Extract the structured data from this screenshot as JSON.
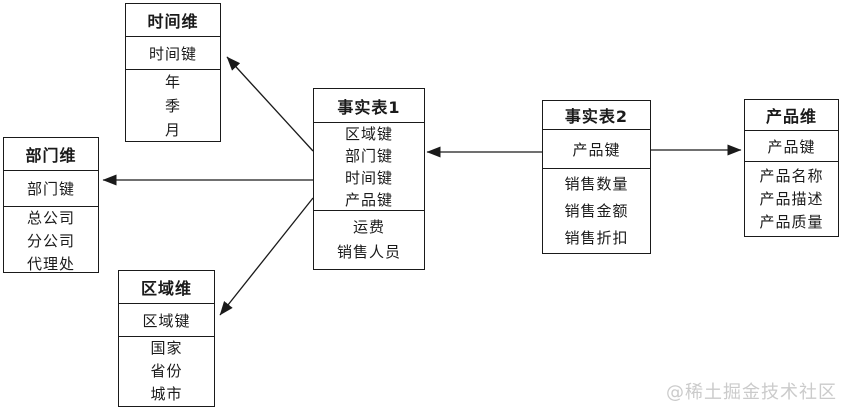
{
  "diagram": {
    "watermark": "@稀土掘金技术社区",
    "colors": {
      "background": "#ffffff",
      "border": "#1a1a1a",
      "text": "#1a1a1a",
      "arrow": "#1a1a1a",
      "watermark": "#cbcbcb"
    },
    "tables": {
      "time_dim": {
        "title": "时间维",
        "keys": [
          "时间键"
        ],
        "attrs": [
          "年",
          "季",
          "月"
        ]
      },
      "dept_dim": {
        "title": "部门维",
        "keys": [
          "部门键"
        ],
        "attrs": [
          "总公司",
          "分公司",
          "代理处"
        ]
      },
      "region_dim": {
        "title": "区域维",
        "keys": [
          "区域键"
        ],
        "attrs": [
          "国家",
          "省份",
          "城市"
        ]
      },
      "fact1": {
        "title": "事实表1",
        "keys": [
          "区域键",
          "部门键",
          "时间键",
          "产品键"
        ],
        "attrs": [
          "运费",
          "销售人员"
        ]
      },
      "fact2": {
        "title": "事实表2",
        "keys": [
          "产品键"
        ],
        "attrs": [
          "销售数量",
          "销售金额",
          "销售折扣"
        ]
      },
      "product_dim": {
        "title": "产品维",
        "keys": [
          "产品键"
        ],
        "attrs": [
          "产品名称",
          "产品描述",
          "产品质量"
        ]
      }
    },
    "relations": [
      {
        "from": "fact1",
        "to": "time_dim"
      },
      {
        "from": "fact1",
        "to": "dept_dim"
      },
      {
        "from": "fact1",
        "to": "region_dim"
      },
      {
        "from": "fact2",
        "to": "fact1"
      },
      {
        "from": "fact2",
        "to": "product_dim"
      }
    ]
  }
}
